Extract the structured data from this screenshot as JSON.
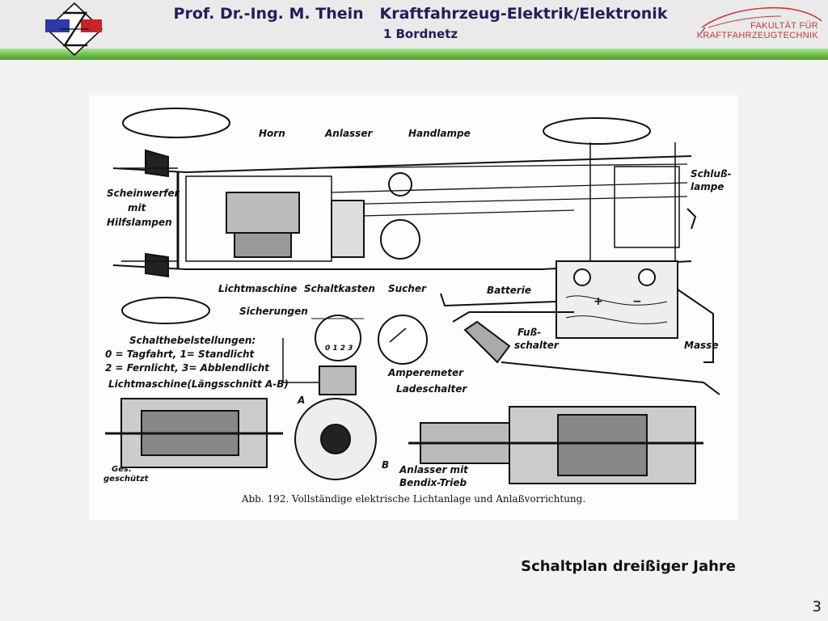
{
  "header": {
    "author_title": "Prof. Dr.-Ing. M. Thein   Kraftfahrzeug-Elektrik/Elektronik",
    "section": "1 Bordnetz",
    "faculty_line1": "FAKULTÄT FÜR",
    "faculty_line2": "KRAFTFAHRZEUGTECHNIK"
  },
  "figure": {
    "labels": {
      "horn": "Horn",
      "anlasser": "Anlasser",
      "handlampe": "Handlampe",
      "schlusslampe_1": "Schluß-",
      "schlusslampe_2": "lampe",
      "scheinwerfer_1": "Scheinwerfer",
      "scheinwerfer_2": "mit",
      "scheinwerfer_3": "Hilfslampen",
      "lichtmaschine": "Lichtmaschine",
      "schaltkasten": "Schaltkasten",
      "sucher": "Sucher",
      "batterie": "Batterie",
      "sicherungen": "Sicherungen",
      "schalthebel_title": "Schalthebelstellungen:",
      "schalthebel_1": "0 = Tagfahrt, 1= Standlicht",
      "schalthebel_2": "2 = Fernlicht, 3= Abblendlicht",
      "lichtmaschine_schnitt": "Lichtmaschine(Längsschnitt A-B)",
      "fussschalter_1": "Fuß-",
      "fussschalter_2": "schalter",
      "masse": "Masse",
      "amperemeter": "Amperemeter",
      "ladeschalter": "Ladeschalter",
      "point_a": "A",
      "point_b": "B",
      "geschuetzt_1": "Ges.",
      "geschuetzt_2": "geschützt",
      "anlasser_bendix_1": "Anlasser mit",
      "anlasser_bendix_2": "Bendix-Trieb",
      "battery_plus": "+",
      "battery_minus": "−",
      "dial_digits": "0 1 2 3"
    },
    "caption": "Abb. 192. Vollständige elektrische Lichtanlage und Anlaßvorrichtung."
  },
  "slide_caption": "Schaltplan dreißiger Jahre",
  "page_number": "3"
}
